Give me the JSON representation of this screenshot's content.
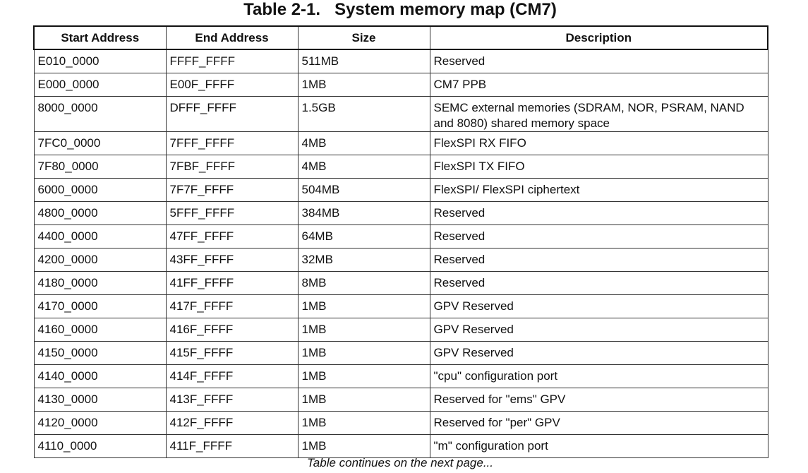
{
  "title": "Table 2-1.   System memory map (CM7)",
  "columns": {
    "start": "Start Address",
    "end": "End Address",
    "size": "Size",
    "description": "Description"
  },
  "rows": [
    {
      "start": "E010_0000",
      "end": "FFFF_FFFF",
      "size": "511MB",
      "description": "Reserved"
    },
    {
      "start": "E000_0000",
      "end": "E00F_FFFF",
      "size": "1MB",
      "description": "CM7 PPB"
    },
    {
      "start": "8000_0000",
      "end": "DFFF_FFFF",
      "size": "1.5GB",
      "description": "SEMC external memories (SDRAM, NOR, PSRAM, NAND and 8080) shared memory space"
    },
    {
      "start": "7FC0_0000",
      "end": "7FFF_FFFF",
      "size": "4MB",
      "description": "FlexSPI RX FIFO"
    },
    {
      "start": "7F80_0000",
      "end": "7FBF_FFFF",
      "size": "4MB",
      "description": "FlexSPI TX FIFO"
    },
    {
      "start": "6000_0000",
      "end": "7F7F_FFFF",
      "size": "504MB",
      "description": "FlexSPI/ FlexSPI ciphertext"
    },
    {
      "start": "4800_0000",
      "end": "5FFF_FFFF",
      "size": "384MB",
      "description": "Reserved"
    },
    {
      "start": "4400_0000",
      "end": "47FF_FFFF",
      "size": "64MB",
      "description": "Reserved"
    },
    {
      "start": "4200_0000",
      "end": "43FF_FFFF",
      "size": "32MB",
      "description": "Reserved"
    },
    {
      "start": "4180_0000",
      "end": "41FF_FFFF",
      "size": "8MB",
      "description": "Reserved"
    },
    {
      "start": "4170_0000",
      "end": "417F_FFFF",
      "size": "1MB",
      "description": "GPV Reserved"
    },
    {
      "start": "4160_0000",
      "end": "416F_FFFF",
      "size": "1MB",
      "description": "GPV Reserved"
    },
    {
      "start": "4150_0000",
      "end": "415F_FFFF",
      "size": "1MB",
      "description": "GPV Reserved"
    },
    {
      "start": "4140_0000",
      "end": "414F_FFFF",
      "size": "1MB",
      "description": "\"cpu\" configuration port"
    },
    {
      "start": "4130_0000",
      "end": "413F_FFFF",
      "size": "1MB",
      "description": "Reserved for \"ems\" GPV"
    },
    {
      "start": "4120_0000",
      "end": "412F_FFFF",
      "size": "1MB",
      "description": "Reserved for \"per\" GPV"
    },
    {
      "start": "4110_0000",
      "end": "411F_FFFF",
      "size": "1MB",
      "description": "\"m\" configuration port"
    }
  ],
  "footer": "Table continues on the next page..."
}
